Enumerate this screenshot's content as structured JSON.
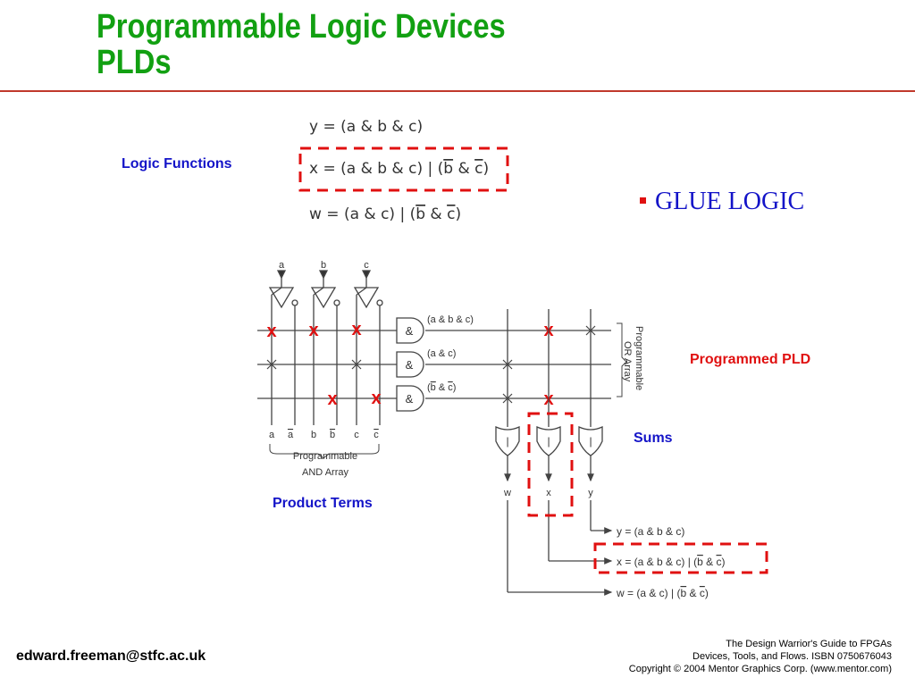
{
  "title": {
    "line1": "Programmable Logic Devices",
    "line2": "PLDs"
  },
  "labels": {
    "logic_functions": "Logic Functions",
    "glue_logic": "GLUE LOGIC",
    "programmed_pld": "Programmed PLD",
    "sums": "Sums",
    "product_terms": "Product Terms"
  },
  "equations": {
    "y": {
      "lhs": "y = ",
      "expr": "(a & b & c)"
    },
    "x": {
      "lhs": "x = ",
      "expr": "(a & b & c) | (",
      "bbar": "b",
      "amp": " & ",
      "cbar": "c",
      "close": ")"
    },
    "w": {
      "lhs": "w = ",
      "expr": "(a & c) | (",
      "bbar": "b",
      "amp": " & ",
      "cbar": "c",
      "close": ")"
    }
  },
  "diagram": {
    "inputs": [
      "a",
      "b",
      "c"
    ],
    "and_terms": [
      "(a & b & c)",
      "(a & c)",
      "(b & c)"
    ],
    "and_gate_symbol": "&",
    "or_gate_symbol": "|",
    "column_labels": [
      "a",
      "a",
      "b",
      "b",
      "c",
      "c"
    ],
    "and_array_label": [
      "Programmable",
      "AND Array"
    ],
    "or_array_label": [
      "Programmable",
      "OR Array"
    ],
    "outputs": [
      "w",
      "x",
      "y"
    ],
    "fuse_mark": "x",
    "out_equations": {
      "y": "y = (a & b & c)",
      "x": "x = (a & b & c) | (b & c)",
      "w": "w = (a & c) | (b & c)"
    }
  },
  "footer": {
    "email": "edward.freeman@stfc.ac.uk",
    "credit1": "The Design Warrior's Guide to FPGAs",
    "credit2": "Devices, Tools, and Flows. ISBN 0750676043",
    "credit3": "Copyright © 2004 Mentor Graphics Corp. (www.mentor.com)"
  },
  "colors": {
    "title": "#12a012",
    "accent_red": "#e01010",
    "label_blue": "#1414c8"
  }
}
